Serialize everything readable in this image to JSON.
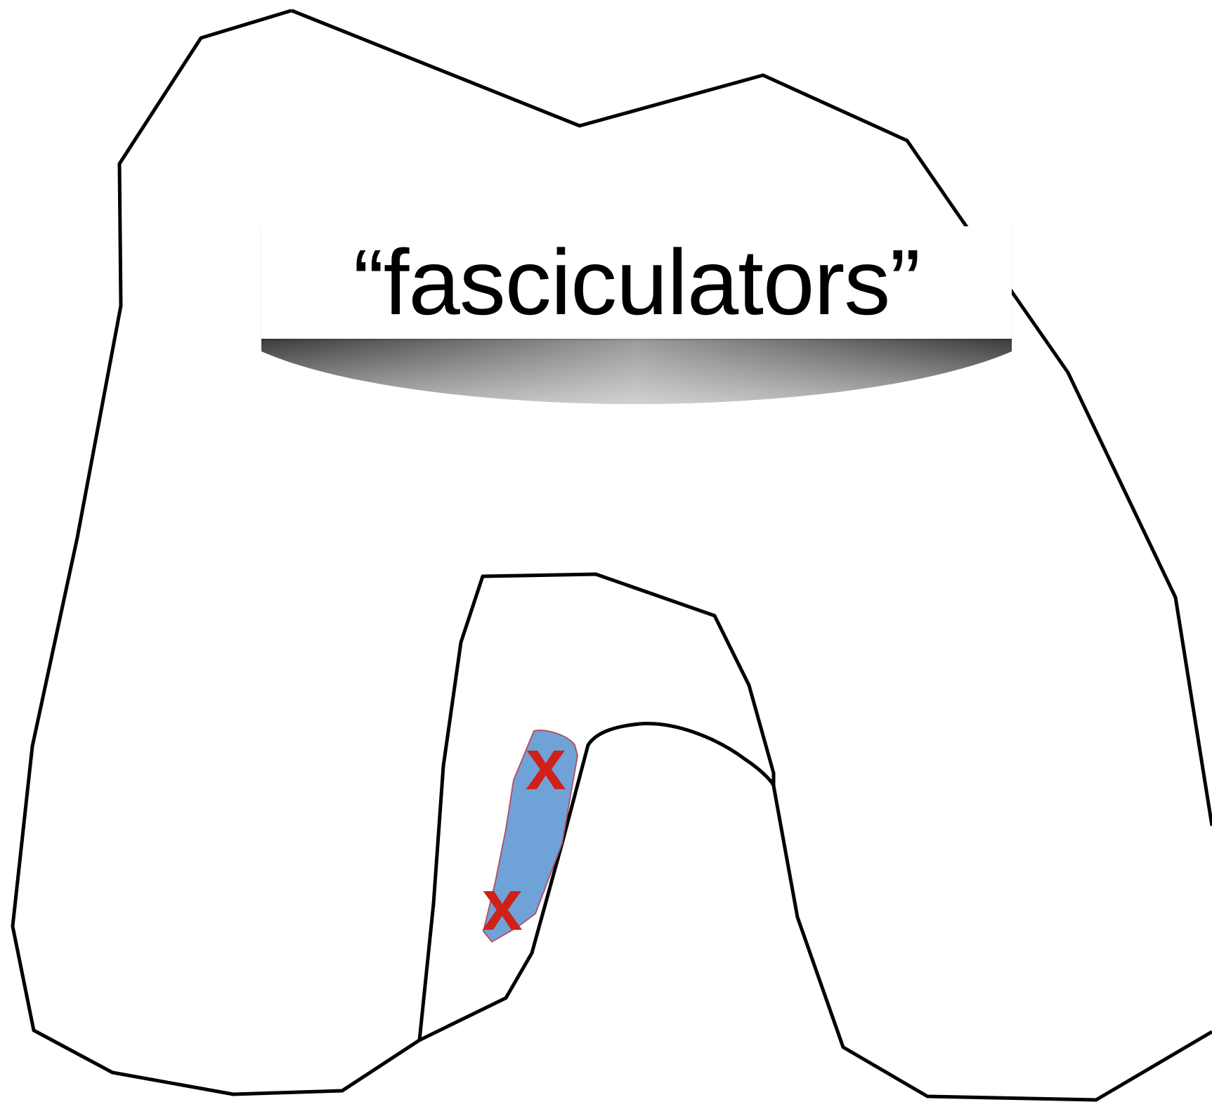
{
  "label": {
    "text": "“fasciculators”"
  },
  "markers": [
    {
      "text": "x"
    },
    {
      "text": "x"
    }
  ],
  "colors": {
    "outline": "#000000",
    "region_fill": "#6fa3d8",
    "region_edge": "#b0546a",
    "marker": "#d0201a",
    "background": "#ffffff"
  }
}
